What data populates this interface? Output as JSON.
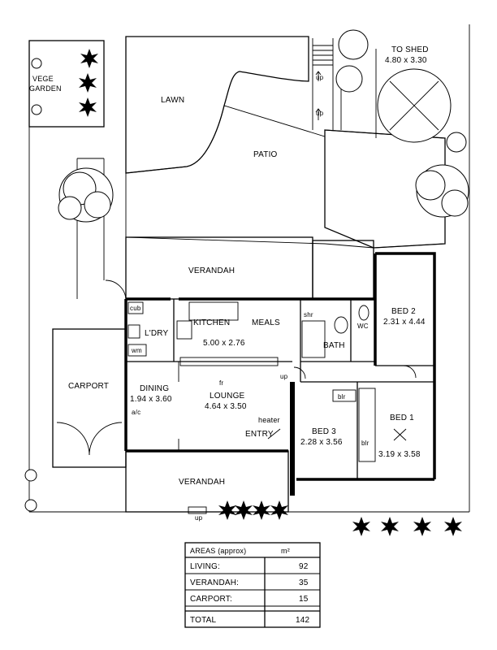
{
  "rooms": {
    "vege_garden_line1": "VEGE",
    "vege_garden_line2": "GARDEN",
    "lawn": "LAWN",
    "patio": "PATIO",
    "to_shed": "TO SHED",
    "to_shed_dim": "4.80 x 3.30",
    "verandah_top": "VERANDAH",
    "verandah_bottom": "VERANDAH",
    "kitchen": "KITCHEN",
    "meals": "MEALS",
    "kitchen_dim": "5.00 x 2.76",
    "ldry": "L'DRY",
    "carport": "CARPORT",
    "dining": "DINING",
    "dining_dim": "1.94 x 3.60",
    "lounge": "LOUNGE",
    "lounge_dim": "4.64 x 3.50",
    "bed2": "BED 2",
    "bed2_dim": "2.31 x 4.44",
    "bed3": "BED 3",
    "bed3_dim": "2.28 x 3.56",
    "bed1": "BED 1",
    "bed1_dim": "3.19 x 3.58",
    "bath": "BATH",
    "wc": "WC",
    "shr": "shr",
    "entry": "ENTRY",
    "heater": "heater",
    "cub": "cub",
    "wm": "wm",
    "ac": "a/c",
    "fr": "fr",
    "blr1": "blr",
    "blr2": "blr",
    "up1": "up",
    "up2": "up",
    "up3": "up",
    "up4": "up"
  },
  "areas": {
    "title": "AREAS (approx)",
    "unit": "m²",
    "rows": [
      {
        "label": "LIVING:",
        "value": "92"
      },
      {
        "label": "VERANDAH:",
        "value": "35"
      },
      {
        "label": "CARPORT:",
        "value": "15"
      }
    ],
    "total_label": "TOTAL",
    "total_value": "142"
  }
}
